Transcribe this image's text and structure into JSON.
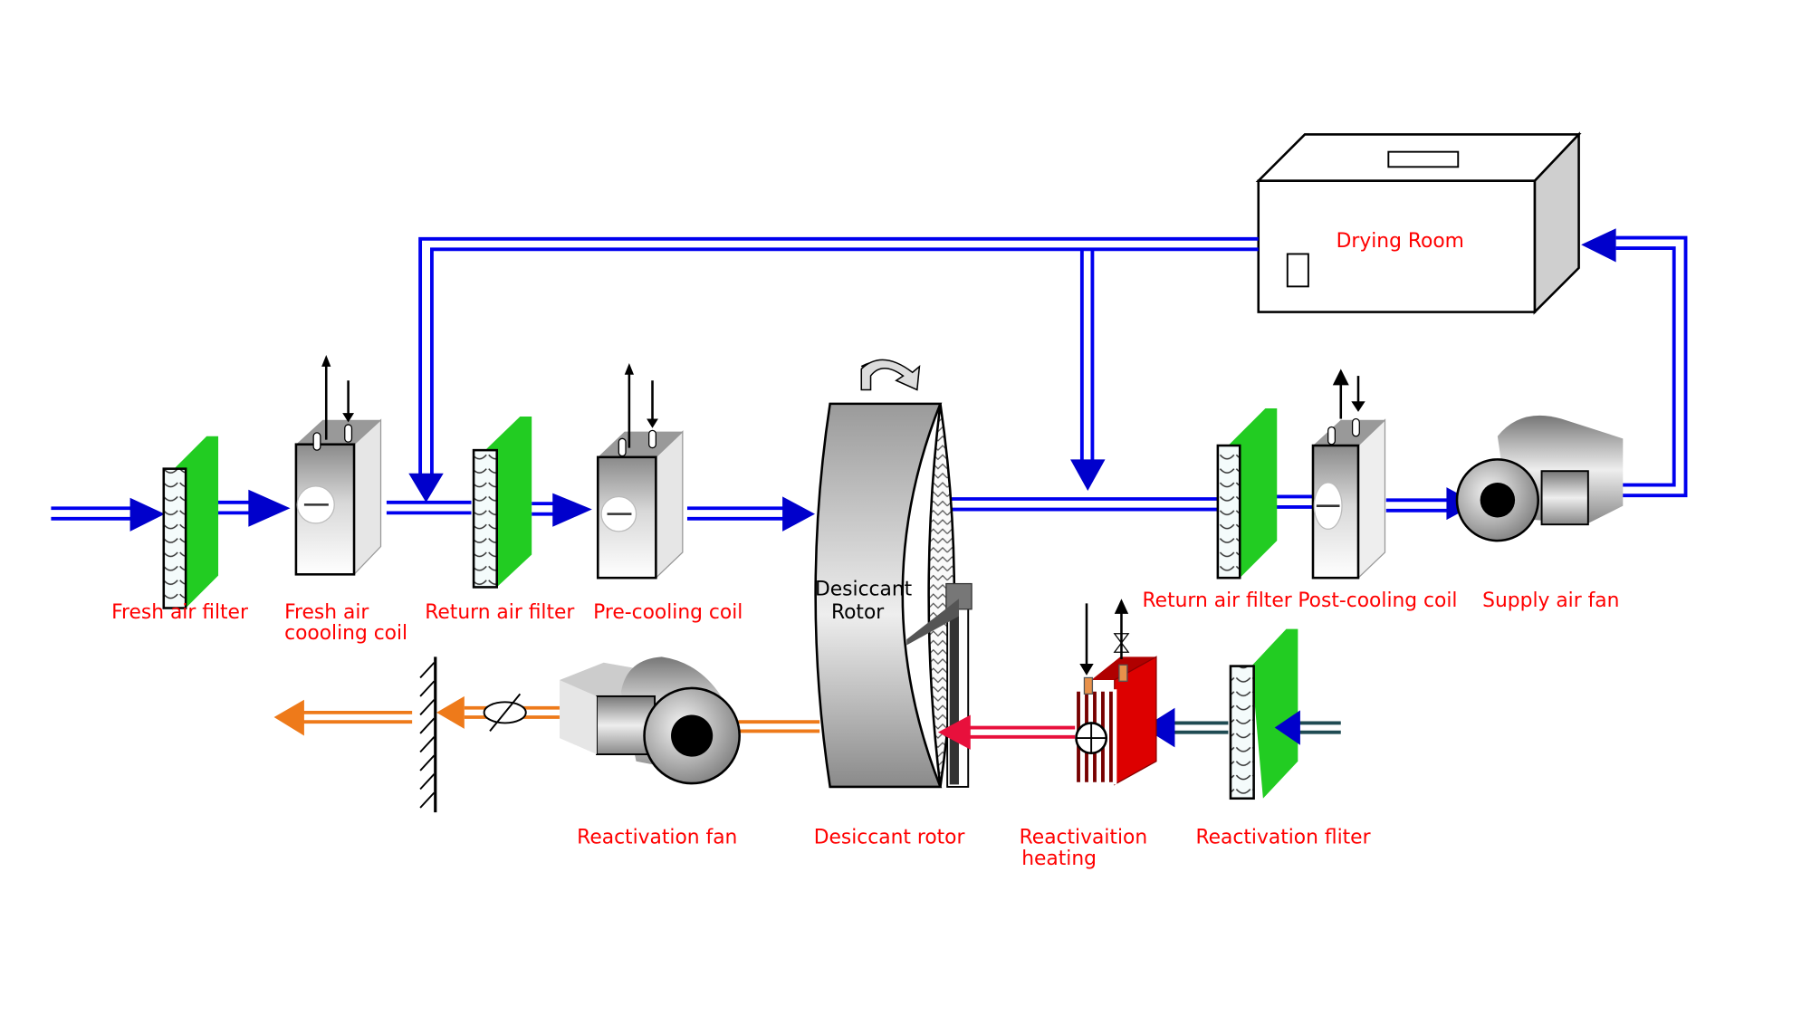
{
  "title": "Desiccant dehumidifier air flow diagram",
  "labels": {
    "fresh_air_filter": "Fresh air filter",
    "fresh_air_cooling_coil_line1": "Fresh air",
    "fresh_air_cooling_coil_line2": "coooling coil",
    "return_air_filter_left": "Return air filter",
    "pre_cooling_coil": "Pre-cooling coil",
    "desiccant_rotor_inner_line1": "Desiccant",
    "desiccant_rotor_inner_line2": "Rotor",
    "return_air_filter_right": "Return air filter",
    "post_cooling_coil": "Post-cooling coil",
    "supply_air_fan": "Supply air fan",
    "drying_room": "Drying Room",
    "reactivation_fan": "Reactivation fan",
    "desiccant_rotor": "Desiccant rotor",
    "reactivation_heating_line1": "Reactivaition",
    "reactivation_heating_line2": "heating",
    "reactivation_filter": "Reactivation fliter"
  },
  "colors": {
    "process_air": "#0000ee",
    "exhaust_air": "#ee7a1a",
    "heated_air": "#e8103c",
    "reactivation_inlet": "#1e4a52",
    "filter_green": "#22cc22",
    "heater_red": "#dd0000",
    "label_red": "#ff0000"
  }
}
